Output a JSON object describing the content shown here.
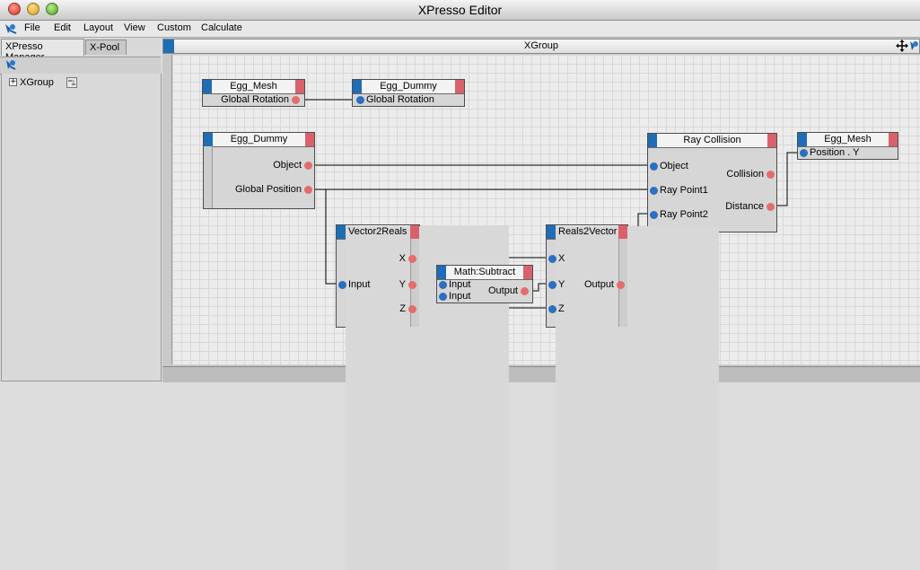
{
  "window": {
    "title": "XPresso Editor"
  },
  "menu": {
    "items": [
      "File",
      "Edit",
      "Layout",
      "View",
      "Custom",
      "Calculate"
    ]
  },
  "manager": {
    "tabs": [
      "XPresso Manager",
      "X-Pool"
    ],
    "tree": {
      "expander": "+",
      "label": "XGroup"
    }
  },
  "editor": {
    "title": "XGroup"
  },
  "colors": {
    "input_port": "#2d6fbf",
    "output_port": "#e36d6d",
    "node_header_left": "#1f6db5",
    "node_header_right": "#d9616b"
  },
  "nodes": {
    "egg_mesh_top": {
      "title": "Egg_Mesh",
      "outputs": [
        "Global Rotation"
      ]
    },
    "egg_dummy_top": {
      "title": "Egg_Dummy",
      "inputs": [
        "Global Rotation"
      ]
    },
    "egg_dummy_main": {
      "title": "Egg_Dummy",
      "outputs": [
        "Object",
        "Global Position"
      ]
    },
    "ray_collision": {
      "title": "Ray Collision",
      "inputs": [
        "Object",
        "Ray Point1",
        "Ray Point2"
      ],
      "outputs": [
        "Collision",
        "Distance"
      ]
    },
    "egg_mesh_right": {
      "title": "Egg_Mesh",
      "inputs": [
        "Position . Y"
      ]
    },
    "vector2reals": {
      "title": "Vector2Reals",
      "inputs": [
        "Input"
      ],
      "outputs": [
        "X",
        "Y",
        "Z"
      ]
    },
    "math_subtract": {
      "title": "Math:Subtract",
      "inputs": [
        "Input",
        "Input"
      ],
      "outputs": [
        "Output"
      ]
    },
    "reals2vector": {
      "title": "Reals2Vector",
      "inputs": [
        "X",
        "Y",
        "Z"
      ],
      "outputs": [
        "Output"
      ]
    }
  }
}
